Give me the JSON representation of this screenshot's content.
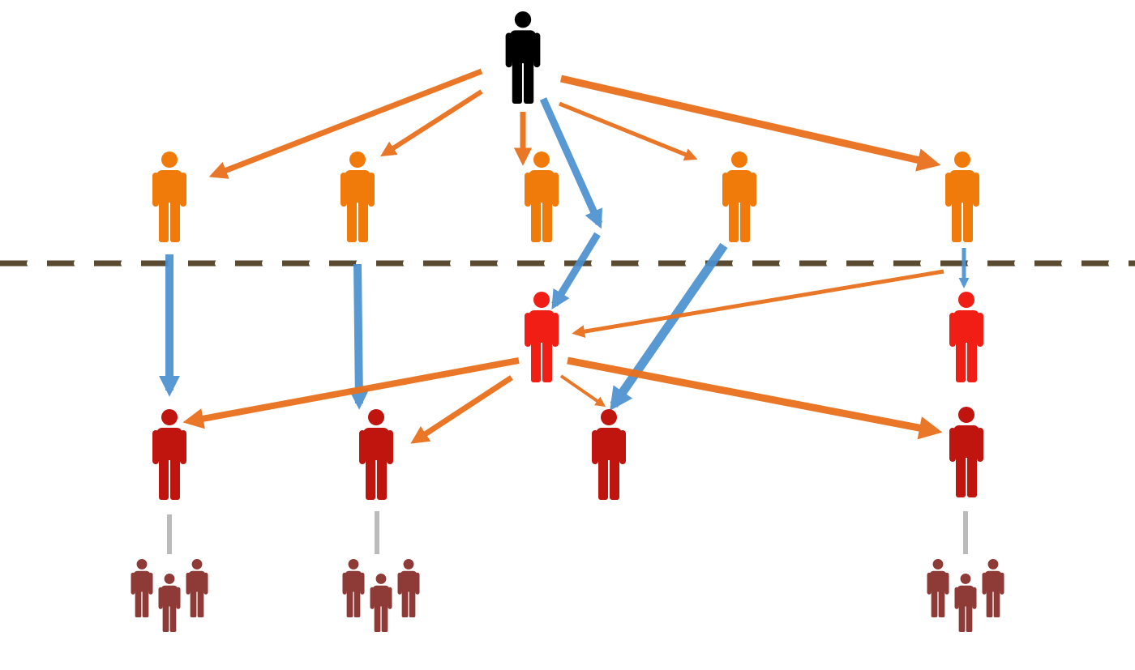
{
  "colors": {
    "source": "#000000",
    "first_contact": "#F07A0A",
    "infected": "#F01E14",
    "second_contact": "#C0140E",
    "group": "#8E3A37",
    "orange_arrow": "#E8701C",
    "blue_arrow": "#4A90D0",
    "gray_link": "#B8B8B8",
    "divider": "#5A4A30"
  },
  "icons": {
    "person": "person-icon",
    "group": "group-of-people-icon"
  },
  "people": [
    {
      "id": "source",
      "tier": "source",
      "color_key": "source"
    },
    {
      "id": "c1",
      "tier": "first-contact",
      "color_key": "first_contact"
    },
    {
      "id": "c2",
      "tier": "first-contact",
      "color_key": "first_contact"
    },
    {
      "id": "c3",
      "tier": "first-contact",
      "color_key": "first_contact"
    },
    {
      "id": "c4",
      "tier": "first-contact",
      "color_key": "first_contact"
    },
    {
      "id": "c5",
      "tier": "first-contact",
      "color_key": "first_contact"
    },
    {
      "id": "i1",
      "tier": "infected",
      "color_key": "infected"
    },
    {
      "id": "i2",
      "tier": "infected",
      "color_key": "infected"
    },
    {
      "id": "s1",
      "tier": "second-contact",
      "color_key": "second_contact"
    },
    {
      "id": "s2",
      "tier": "second-contact",
      "color_key": "second_contact"
    },
    {
      "id": "s3",
      "tier": "second-contact",
      "color_key": "second_contact"
    },
    {
      "id": "s4",
      "tier": "second-contact",
      "color_key": "second_contact"
    }
  ],
  "groups": [
    {
      "id": "g1",
      "color_key": "group"
    },
    {
      "id": "g2",
      "color_key": "group"
    },
    {
      "id": "g3",
      "color_key": "group"
    }
  ],
  "links": [
    {
      "from": "source",
      "to": "c1",
      "kind": "orange"
    },
    {
      "from": "source",
      "to": "c2",
      "kind": "orange"
    },
    {
      "from": "source",
      "to": "c3",
      "kind": "orange"
    },
    {
      "from": "source",
      "to": "c4",
      "kind": "orange"
    },
    {
      "from": "source",
      "to": "c5",
      "kind": "orange"
    },
    {
      "from": "source",
      "to": "i1",
      "kind": "blue"
    },
    {
      "from": "c1",
      "to": "s1",
      "kind": "blue"
    },
    {
      "from": "c2",
      "to": "s2",
      "kind": "blue"
    },
    {
      "from": "c4",
      "to": "s3",
      "kind": "blue"
    },
    {
      "from": "c5",
      "to": "i2",
      "kind": "blue"
    },
    {
      "from": "c5",
      "to": "i1",
      "kind": "orange"
    },
    {
      "from": "i1",
      "to": "s1",
      "kind": "orange"
    },
    {
      "from": "i1",
      "to": "s2",
      "kind": "orange"
    },
    {
      "from": "i1",
      "to": "s3",
      "kind": "orange"
    },
    {
      "from": "i1",
      "to": "s4",
      "kind": "orange"
    },
    {
      "from": "s1",
      "to": "g1",
      "kind": "gray"
    },
    {
      "from": "s2",
      "to": "g2",
      "kind": "gray"
    },
    {
      "from": "s4",
      "to": "g3",
      "kind": "gray"
    }
  ]
}
